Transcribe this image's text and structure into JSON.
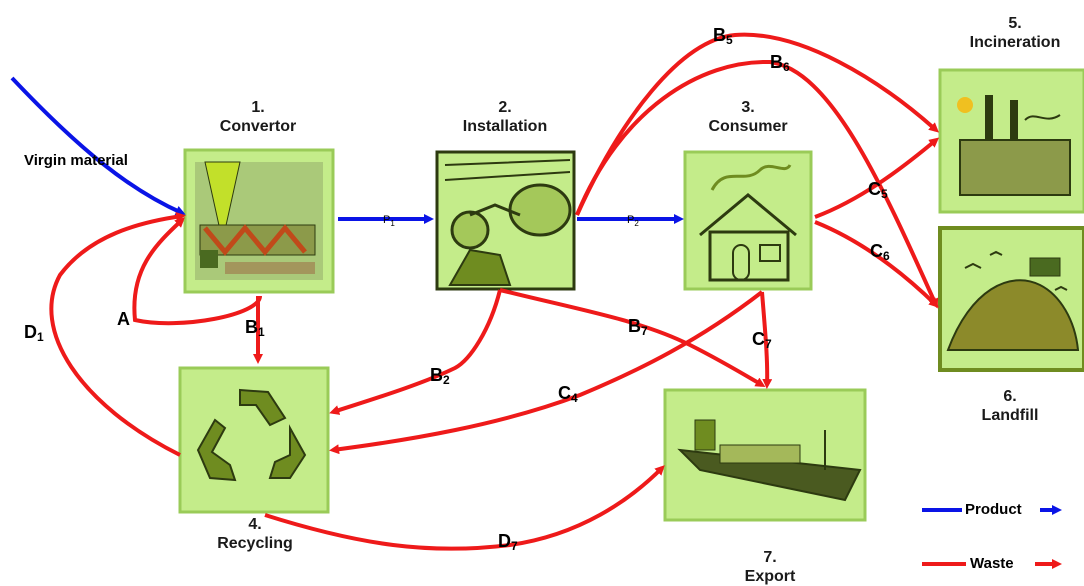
{
  "nodes": {
    "convertor": {
      "number": "1.",
      "label": "Convertor"
    },
    "installation": {
      "number": "2.",
      "label": "Installation"
    },
    "consumer": {
      "number": "3.",
      "label": "Consumer"
    },
    "recycling": {
      "number": "4.",
      "label": "Recycling"
    },
    "incineration": {
      "number": "5.",
      "label": "Incineration"
    },
    "landfill": {
      "number": "6.",
      "label": "Landfill"
    },
    "export": {
      "number": "7.",
      "label": "Export"
    }
  },
  "inputs": {
    "virgin_material": "Virgin material"
  },
  "flows": {
    "p1": {
      "letter": "P",
      "sub": "1"
    },
    "p2": {
      "letter": "P",
      "sub": "2"
    },
    "a": {
      "letter": "A",
      "sub": ""
    },
    "b1": {
      "letter": "B",
      "sub": "1"
    },
    "b2": {
      "letter": "B",
      "sub": "2"
    },
    "b5": {
      "letter": "B",
      "sub": "5"
    },
    "b6": {
      "letter": "B",
      "sub": "6"
    },
    "b7": {
      "letter": "B",
      "sub": "7"
    },
    "c4": {
      "letter": "C",
      "sub": "4"
    },
    "c5": {
      "letter": "C",
      "sub": "5"
    },
    "c6": {
      "letter": "C",
      "sub": "6"
    },
    "c7": {
      "letter": "C",
      "sub": "7"
    },
    "d1": {
      "letter": "D",
      "sub": "1"
    },
    "d7": {
      "letter": "D",
      "sub": "7"
    }
  },
  "legend": {
    "product": "Product",
    "waste": "Waste"
  },
  "colors": {
    "product": "#0a14e6",
    "waste": "#ee1a1a",
    "box_fill": "#c4ec8a",
    "box_border": "#9acb58",
    "icon_dark": "#2d3a10",
    "icon_mid": "#6f8c20"
  }
}
